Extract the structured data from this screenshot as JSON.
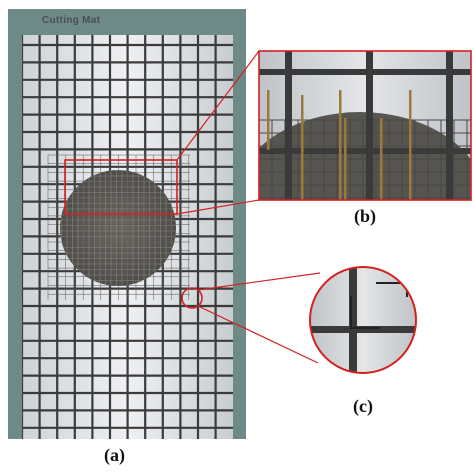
{
  "mat": {
    "title": "Cutting Mat"
  },
  "labels": {
    "a": "(a)",
    "b": "(b)",
    "c": "(c)"
  },
  "colors": {
    "mat_border": "#6e8a86",
    "mat_surface": "#d9dde0",
    "grid_line": "#3b3b3b",
    "circle_fill": "#5c5a55",
    "highlight_stroke": "#d42020",
    "detail_fill": "#c8ccd0",
    "rod": "#9a7a3a"
  }
}
